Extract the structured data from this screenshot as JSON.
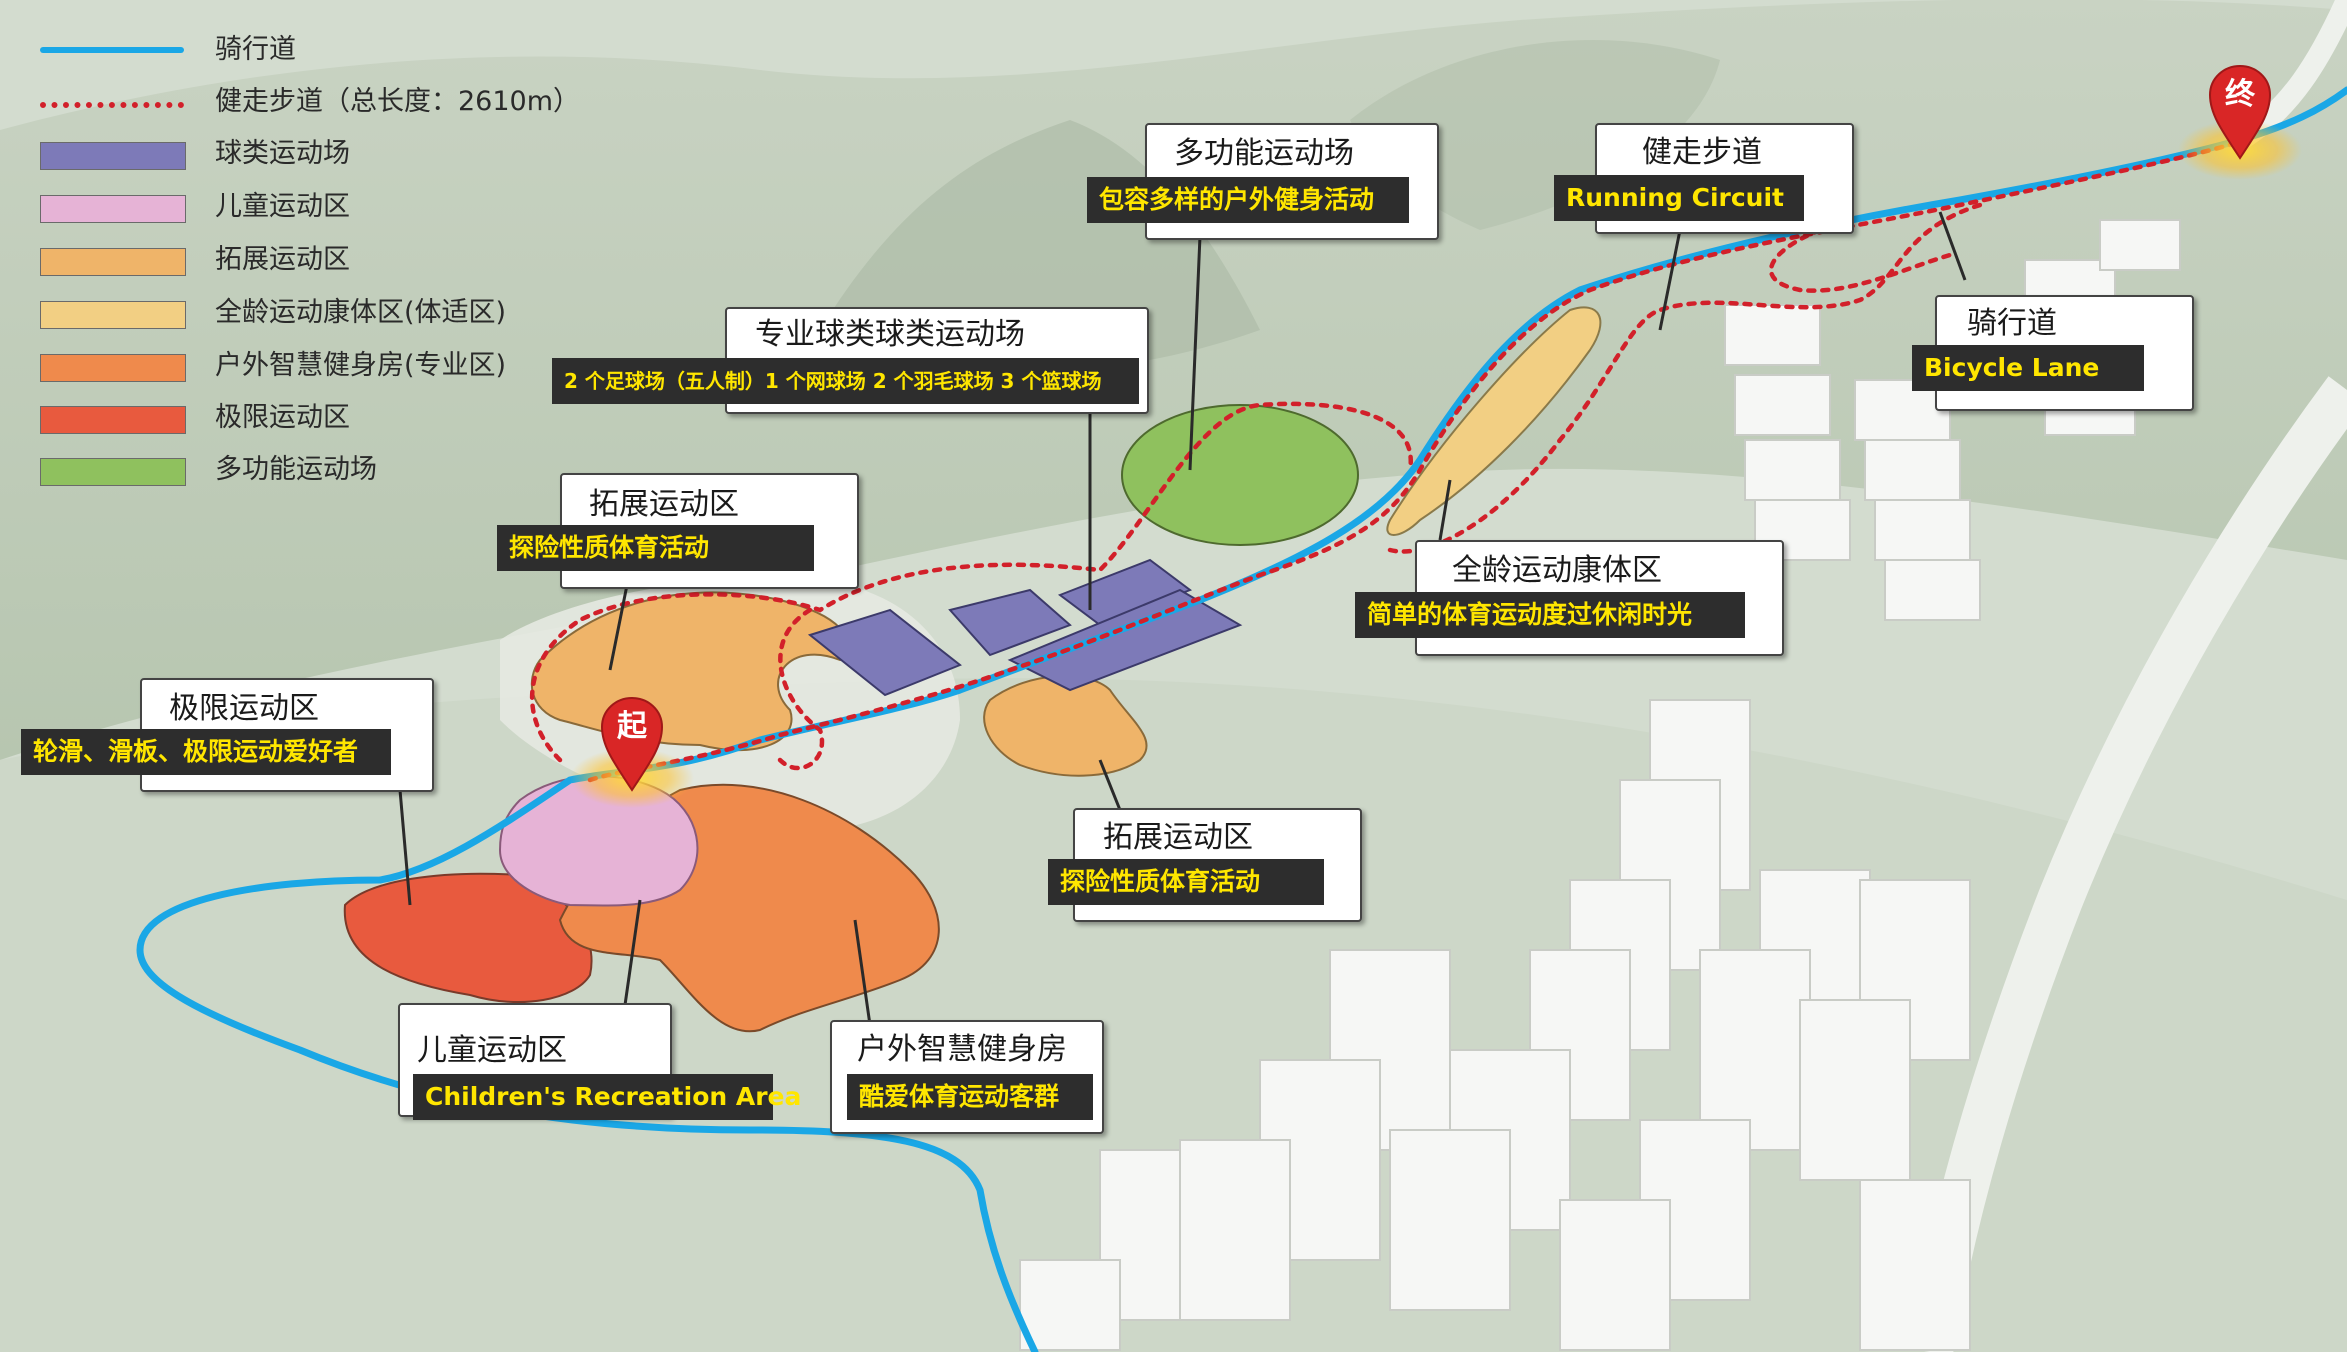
{
  "legend": {
    "items": [
      {
        "label": "骑行道",
        "kind": "line",
        "color": "#1aa7e6"
      },
      {
        "label": "健走步道（总长度：2610m）",
        "kind": "dash",
        "color": "#d2202a"
      },
      {
        "label": "球类运动场",
        "kind": "swatch",
        "color": "#7d7ab8"
      },
      {
        "label": "儿童运动区",
        "kind": "swatch",
        "color": "#e6b3d6"
      },
      {
        "label": "拓展运动区",
        "kind": "swatch",
        "color": "#efb469"
      },
      {
        "label": "全龄运动康体区(体适区)",
        "kind": "swatch",
        "color": "#f2cf83"
      },
      {
        "label": "户外智慧健身房(专业区)",
        "kind": "swatch",
        "color": "#ef8a4c"
      },
      {
        "label": "极限运动区",
        "kind": "swatch",
        "color": "#e85a3e"
      },
      {
        "label": "多功能运动场",
        "kind": "swatch",
        "color": "#8fc15e"
      }
    ]
  },
  "callouts": {
    "multi": {
      "title": "多功能运动场",
      "sub": "包容多样的户外健身活动"
    },
    "running": {
      "title": "健走步道",
      "sub": "Running Circuit"
    },
    "ball": {
      "title": "专业球类球类运动场",
      "sub": "2 个足球场（五人制）1 个网球场 2 个羽毛球场 3 个篮球场"
    },
    "bicycle": {
      "title": "骑行道",
      "sub": "Bicycle Lane"
    },
    "expand1": {
      "title": "拓展运动区",
      "sub": "探险性质体育活动"
    },
    "allage": {
      "title": "全龄运动康体区",
      "sub": "简单的体育运动度过休闲时光"
    },
    "extreme": {
      "title": "极限运动区",
      "sub": "轮滑、滑板、极限运动爱好者"
    },
    "expand2": {
      "title": "拓展运动区",
      "sub": "探险性质体育活动"
    },
    "children": {
      "title": "儿童运动区",
      "sub": "Children's Recreation Area"
    },
    "gym": {
      "title": "户外智慧健身房",
      "sub": "酷爱体育运动客群"
    }
  },
  "pins": {
    "start": {
      "label": "起",
      "color": "#d92626"
    },
    "end": {
      "label": "终",
      "color": "#d92626"
    }
  }
}
